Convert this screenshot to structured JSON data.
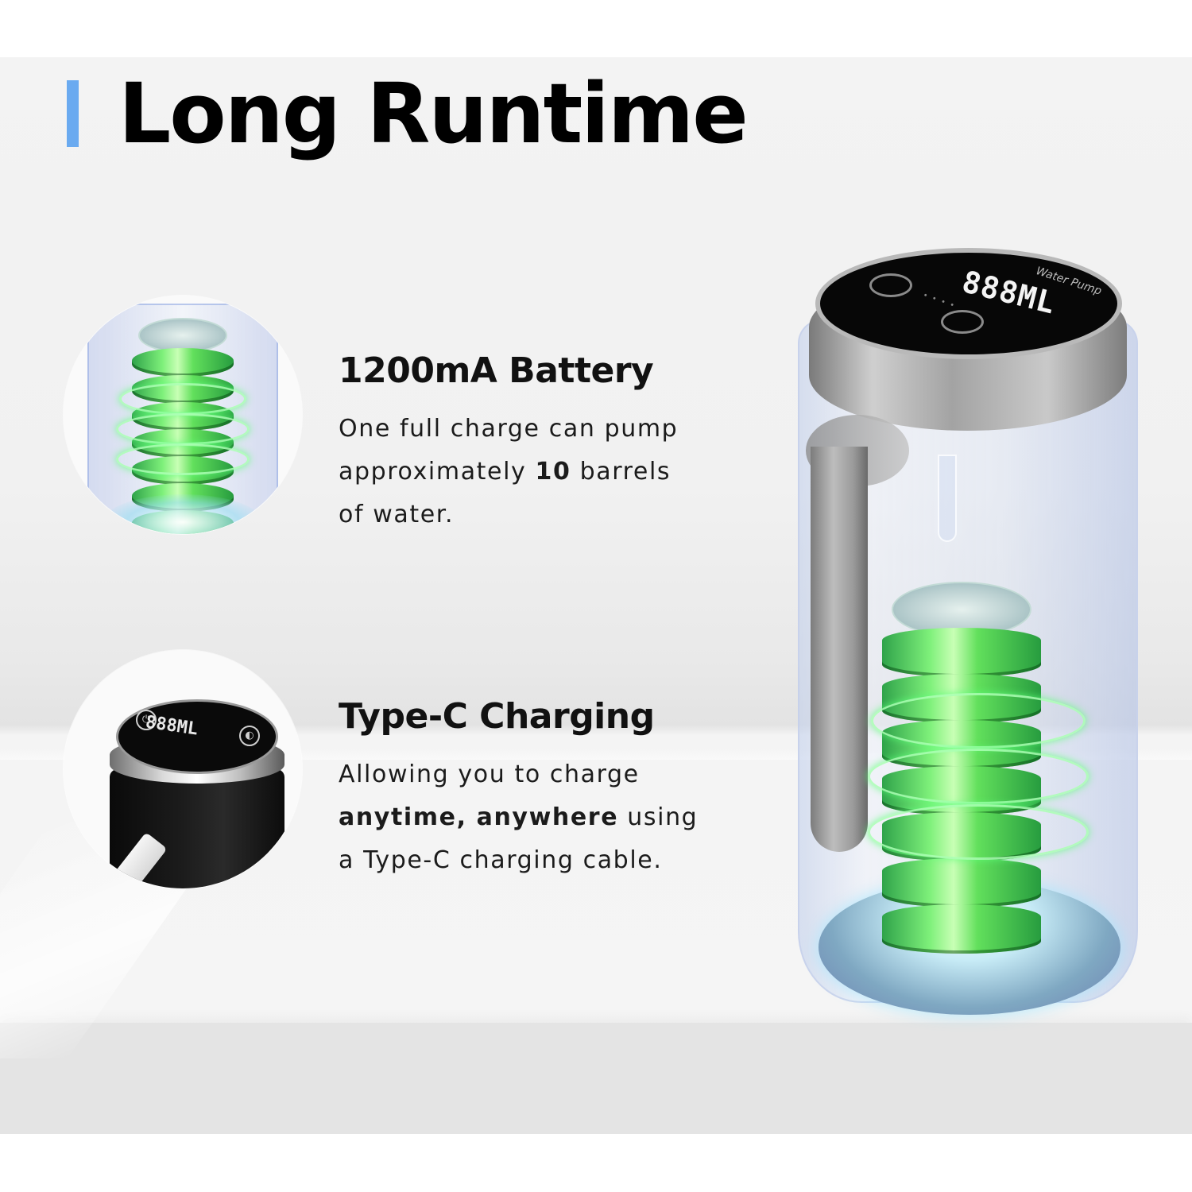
{
  "header": {
    "title": "Long Runtime",
    "accent_color": "#6aaaf0"
  },
  "features": [
    {
      "title": "1200mA Battery",
      "body_lines": [
        {
          "pre": "One full charge can pump",
          "bold": "",
          "post": ""
        },
        {
          "pre": "approximately ",
          "bold": "10",
          "post": " barrels"
        },
        {
          "pre": "of water.",
          "bold": "",
          "post": ""
        }
      ],
      "image": "battery-cells-icon"
    },
    {
      "title": "Type-C Charging",
      "body_lines": [
        {
          "pre": "Allowing you to charge",
          "bold": "",
          "post": ""
        },
        {
          "pre": "",
          "bold": "anytime, anywhere",
          "post": " using"
        },
        {
          "pre": "a Type-C charging cable.",
          "bold": "",
          "post": ""
        }
      ],
      "image": "usb-c-charging-icon"
    }
  ],
  "product": {
    "display_reading": "888ML",
    "brand_label": "Water Pump",
    "small_display_reading": "888ML",
    "colors": {
      "battery_green": "#5fe05a",
      "metal": "#bdbdbd",
      "display_black": "#070707"
    }
  }
}
